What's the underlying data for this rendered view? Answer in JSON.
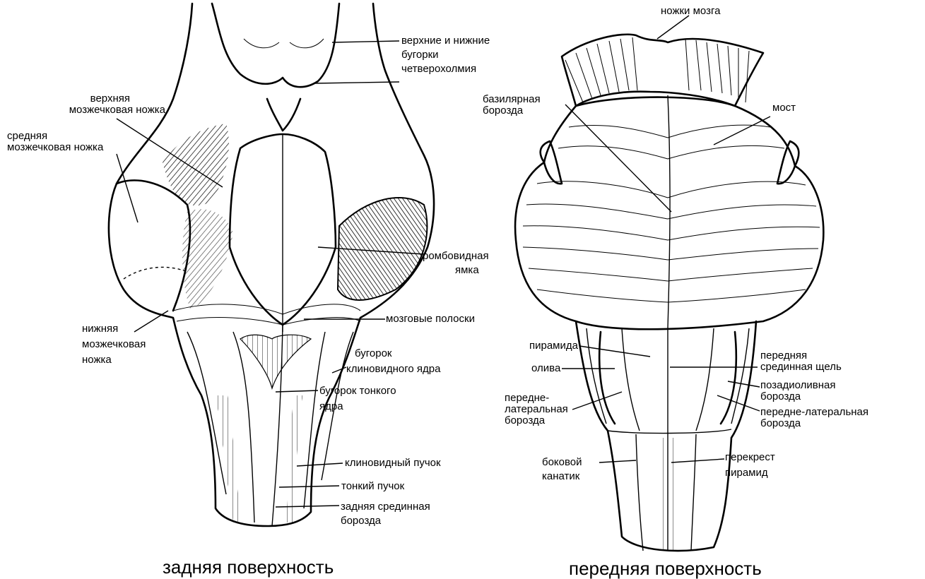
{
  "posterior": {
    "caption": "задняя поверхность",
    "labels": {
      "colliculi_1": "верхние и нижние",
      "colliculi_2": "бугорки",
      "colliculi_3": "четверохолмия",
      "sup_ped_1": "верхняя",
      "sup_ped_2": "мозжечковая ножка",
      "mid_ped_1": "средняя",
      "mid_ped_2": "мозжечковая ножка",
      "rhomb_1": "ромбовидная",
      "rhomb_2": "ямка",
      "striae": "мозговые полоски",
      "inf_ped_1": "нижняя",
      "inf_ped_2": "мозжечковая",
      "inf_ped_3": "ножка",
      "cun_tub_1": "бугорок",
      "cun_tub_2": "клиновидного ядра",
      "grac_tub_1": "бугорок тонкого",
      "grac_tub_2": "ядра",
      "cun_fasc": "клиновидный пучок",
      "grac_fasc": "тонкий пучок",
      "post_sulc_1": "задняя срединная",
      "post_sulc_2": "борозда"
    }
  },
  "anterior": {
    "caption": "передняя поверхность",
    "labels": {
      "peduncles": "ножки мозга",
      "basilar_1": "базилярная",
      "basilar_2": "борозда",
      "pons": "мост",
      "pyramid": "пирамида",
      "olive": "олива",
      "antlat_l_1": "передне-",
      "antlat_l_2": "латеральная",
      "antlat_l_3": "борозда",
      "lat_funic_1": "боковой",
      "lat_funic_2": "канатик",
      "ant_fiss_1": "передняя",
      "ant_fiss_2": "срединная щель",
      "postoliv_1": "позадиоливная",
      "postoliv_2": "борозда",
      "antlat_r_1": "передне-латеральная",
      "antlat_r_2": "борозда",
      "decuss_1": "перекрест",
      "decuss_2": "пирамид"
    }
  }
}
